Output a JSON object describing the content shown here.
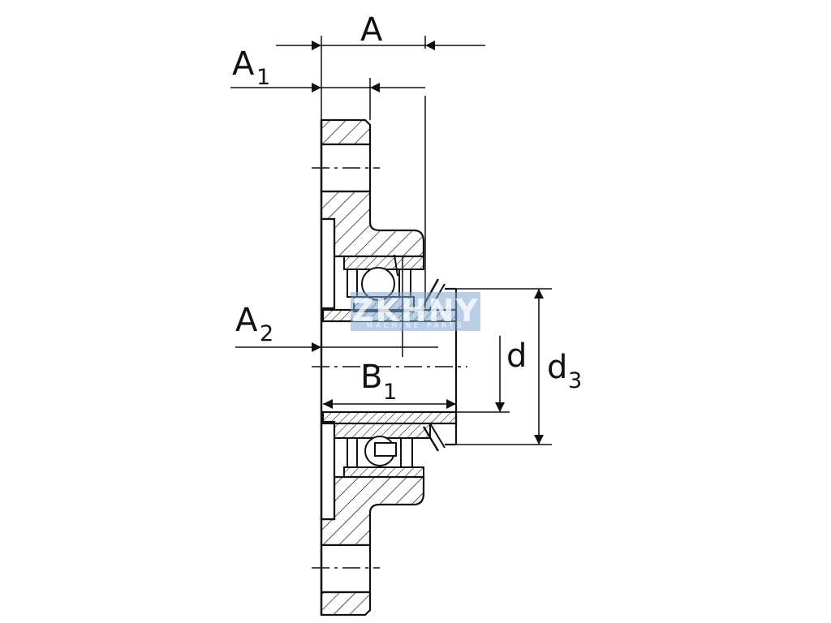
{
  "labels": {
    "A": "A",
    "A1_base": "A",
    "A1_sub": "1",
    "A2_base": "A",
    "A2_sub": "2",
    "B1_base": "B",
    "B1_sub": "1",
    "d": "d",
    "d3_base": "d",
    "d3_sub": "3"
  },
  "watermark": {
    "title": "ZKHNY",
    "subtitle": "MACHINE PARTS"
  },
  "colors": {
    "line": "#111111",
    "watermark": "#7fa8d6"
  }
}
